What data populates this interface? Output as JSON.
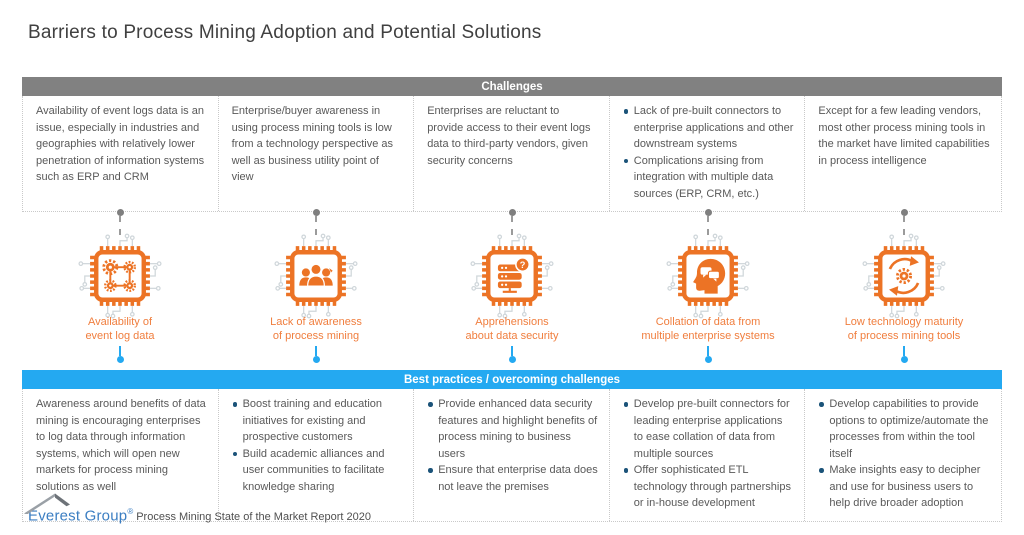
{
  "title": "Barriers to Process Mining Adoption and Potential Solutions",
  "colors": {
    "accent_orange": "#ec7325",
    "label_orange": "#f07e3e",
    "bar_gray": "#818181",
    "bar_blue": "#24a9f1",
    "bullet_navy": "#1b5379",
    "body_text": "#595959",
    "brand_blue": "#3b7ec2"
  },
  "challenges": {
    "header": "Challenges",
    "columns": [
      {
        "type": "text",
        "text": "Availability of event logs data is an issue, especially in industries and geographies with relatively lower penetration of information systems such as ERP and CRM"
      },
      {
        "type": "text",
        "text": "Enterprise/buyer awareness in using process mining tools is low from a technology perspective as well as business utility point of view"
      },
      {
        "type": "text",
        "text": "Enterprises are reluctant to provide access to their event logs data to third-party vendors, given security concerns"
      },
      {
        "type": "bullets",
        "items": [
          "Lack of pre-built connectors to enterprise applications and other downstream systems",
          "Complications arising from integration with multiple data sources (ERP, CRM, etc.)"
        ]
      },
      {
        "type": "text",
        "text": "Except for a few leading vendors, most other process mining tools in the market have limited capabilities in process intelligence"
      }
    ]
  },
  "barriers": [
    {
      "icon": "workflow-gears-chip-icon",
      "label": [
        "Availability of",
        "event log data"
      ]
    },
    {
      "icon": "people-group-chip-icon",
      "label": [
        "Lack of awareness",
        "of process mining"
      ]
    },
    {
      "icon": "server-security-chip-icon",
      "label": [
        "Apprehensions",
        "about data security"
      ]
    },
    {
      "icon": "head-data-chip-icon",
      "label": [
        "Collation of data from",
        "multiple enterprise systems"
      ]
    },
    {
      "icon": "gear-cycle-chip-icon",
      "label": [
        "Low technology maturity",
        "of process mining tools"
      ]
    }
  ],
  "best_practices": {
    "header": "Best practices / overcoming challenges",
    "columns": [
      {
        "type": "text",
        "text": "Awareness around benefits of data mining is encouraging enterprises to log data through information systems, which will open new markets for process mining solutions as well"
      },
      {
        "type": "bullets",
        "items": [
          "Boost training and education initiatives for existing and prospective customers",
          "Build academic alliances and user communities to facilitate knowledge sharing"
        ]
      },
      {
        "type": "bullets",
        "items": [
          "Provide enhanced data security features and highlight benefits of process mining to business users",
          "Ensure that enterprise data does not leave the premises"
        ]
      },
      {
        "type": "bullets",
        "items": [
          "Develop pre-built connectors for leading enterprise applications to ease collation of data from multiple sources",
          "Offer sophisticated ETL technology through partnerships or in-house development"
        ]
      },
      {
        "type": "bullets",
        "items": [
          "Develop capabilities to provide options to optimize/automate the processes from within the tool itself",
          "Make insights easy to decipher and use for business users to help drive broader adoption"
        ]
      }
    ]
  },
  "footer": {
    "brand": "Everest Group",
    "reg": "®",
    "report": "Process Mining State of the Market Report 2020"
  }
}
